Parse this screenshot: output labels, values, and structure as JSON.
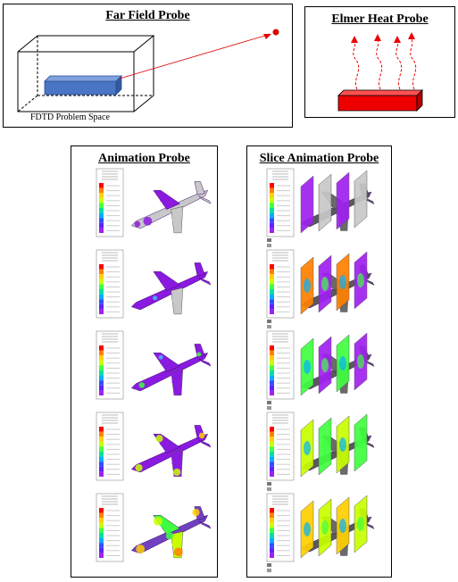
{
  "far_field": {
    "title": "Far Field Probe",
    "caption": "FDTD Problem Space",
    "colors": {
      "box": "#4a74c4",
      "arrow": "#e00000"
    }
  },
  "elmer": {
    "title": "Elmer Heat Probe",
    "colors": {
      "block": "#ee0000",
      "arrows": "#ee0000"
    }
  },
  "animation": {
    "title": "Animation Probe",
    "frames": 5,
    "colors": {
      "body": "#8a1ae0",
      "unlit": "#c8c8c8"
    }
  },
  "slice_animation": {
    "title": "Slice Animation Probe",
    "frames": 5,
    "colors": {
      "slice": "#a020f0",
      "plane": "#7a7a7a"
    }
  }
}
